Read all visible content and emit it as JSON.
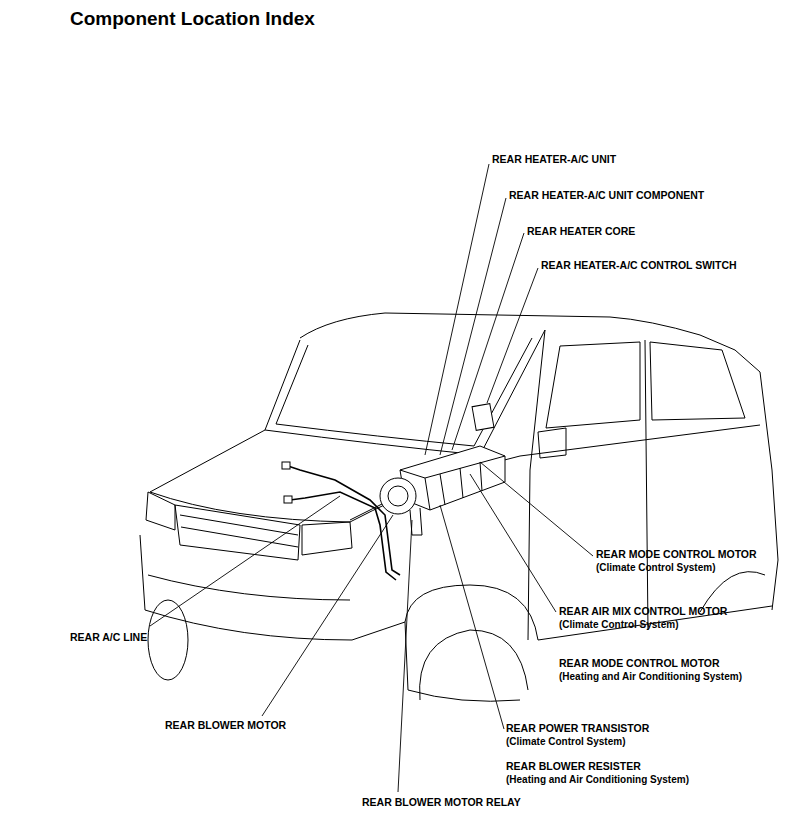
{
  "diagram": {
    "title": "Component Location Index",
    "labels": [
      "REAR HEATER-A/C UNIT",
      "REAR HEATER-A/C UNIT COMPONENT",
      "REAR HEATER CORE",
      "REAR HEATER-A/C CONTROL SWITCH",
      "REAR MODE CONTROL MOTOR (Climate Control System)",
      "REAR AIR MIX CONTROL MOTOR (Climate Control System)",
      "REAR MODE CONTROL MOTOR (Heating and Air Conditioning System)",
      "REAR A/C LINE",
      "REAR BLOWER MOTOR",
      "REAR POWER TRANSISTOR (Climate Control System)",
      "REAR BLOWER RESISTER (Heating and Air Conditioning System)",
      "REAR BLOWER MOTOR RELAY"
    ]
  }
}
